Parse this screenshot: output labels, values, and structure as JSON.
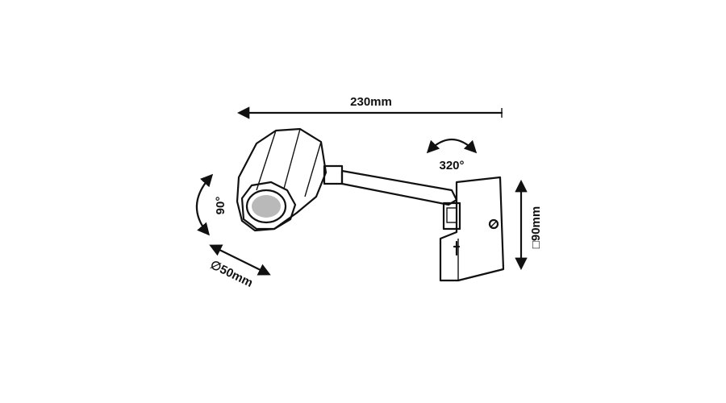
{
  "dimensions": {
    "width_label": "230mm",
    "rotation_label": "320°",
    "tilt_label": "90°",
    "diameter_label": "∅50mm",
    "base_label": "□90mm"
  }
}
